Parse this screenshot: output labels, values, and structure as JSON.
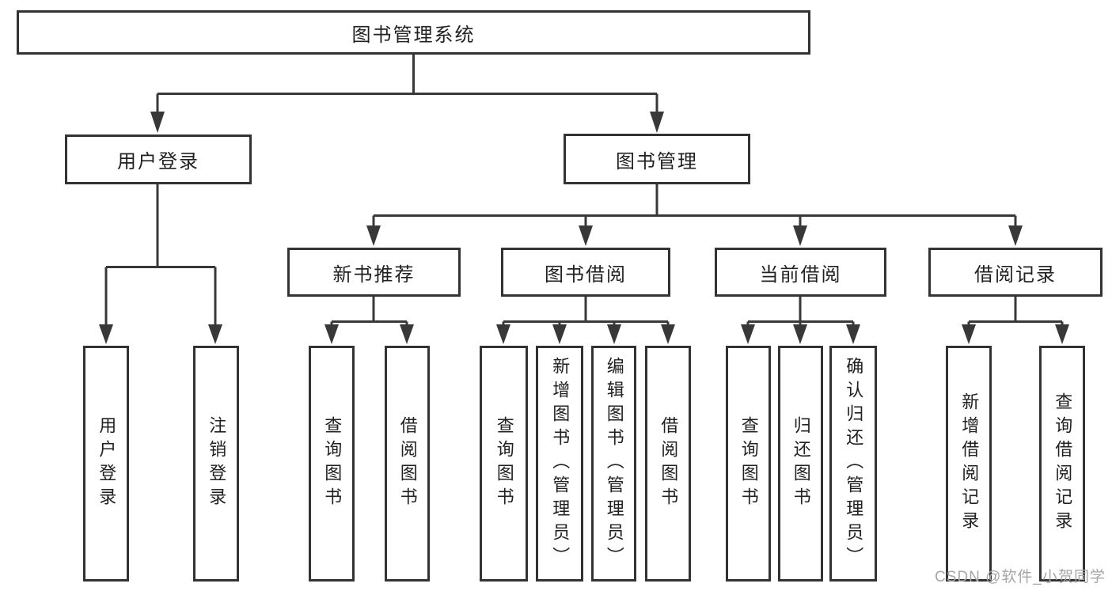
{
  "colors": {
    "line": "#383838",
    "border": "#333333",
    "text": "#212121",
    "watermark": "#a6a6a6",
    "background": "#ffffff"
  },
  "diagram": {
    "title": "图书管理系统",
    "level2": [
      {
        "label": "用户登录"
      },
      {
        "label": "图书管理"
      }
    ],
    "level3": [
      {
        "label": "新书推荐"
      },
      {
        "label": "图书借阅"
      },
      {
        "label": "当前借阅"
      },
      {
        "label": "借阅记录"
      }
    ],
    "leaves": {
      "login_group": [
        {
          "label": "用户登录"
        },
        {
          "label": "注销登录"
        }
      ],
      "newbook_group": [
        {
          "label": "查询图书"
        },
        {
          "label": "借阅图书"
        }
      ],
      "borrow_group": [
        {
          "label": "查询图书"
        },
        {
          "label": "新增图书（管理员）"
        },
        {
          "label": "编辑图书（管理员）"
        },
        {
          "label": "借阅图书"
        }
      ],
      "current_group": [
        {
          "label": "查询图书"
        },
        {
          "label": "归还图书"
        },
        {
          "label": "确认归还（管理员）"
        }
      ],
      "record_group": [
        {
          "label": "新增借阅记录"
        },
        {
          "label": "查询借阅记录"
        }
      ]
    }
  },
  "watermark": {
    "text": "CSDN @软件_小贺同学"
  }
}
